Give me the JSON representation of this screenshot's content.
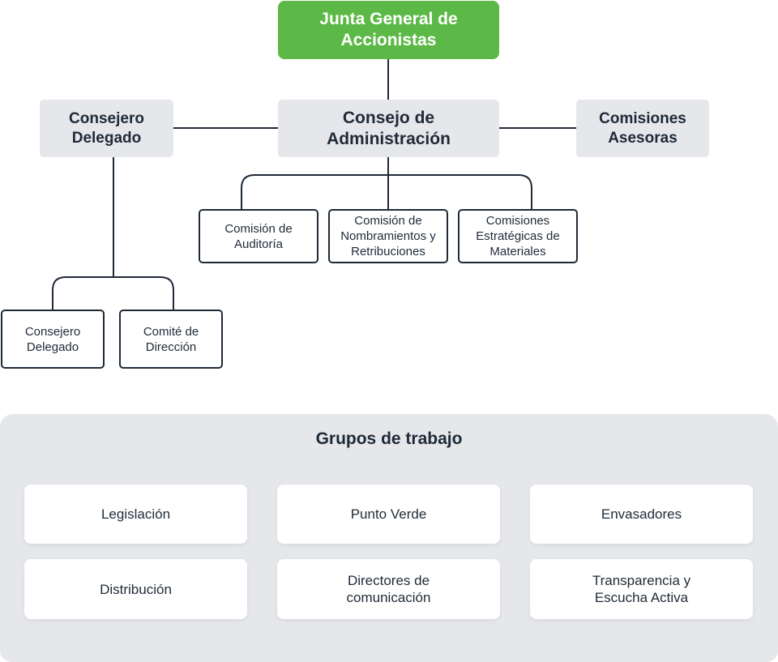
{
  "org_chart": {
    "top": "Junta General de\nAccionistas",
    "board": "Consejo de\nAdministración",
    "left": "Consejero\nDelegado",
    "right": "Comisiones\nAsesoras",
    "board_committees": [
      "Comisión de\nAuditoría",
      "Comisión de\nNombramientos y\nRetribuciones",
      "Comisiones\nEstratégicas de\nMateriales"
    ],
    "delegate_children": [
      "Consejero\nDelegado",
      "Comité de\nDirección"
    ]
  },
  "working_groups": {
    "title": "Grupos de trabajo",
    "items": [
      "Legislación",
      "Punto Verde",
      "Envasadores",
      "Distribución",
      "Directores de\ncomunicación",
      "Transparencia y\nEscucha Activa"
    ]
  }
}
